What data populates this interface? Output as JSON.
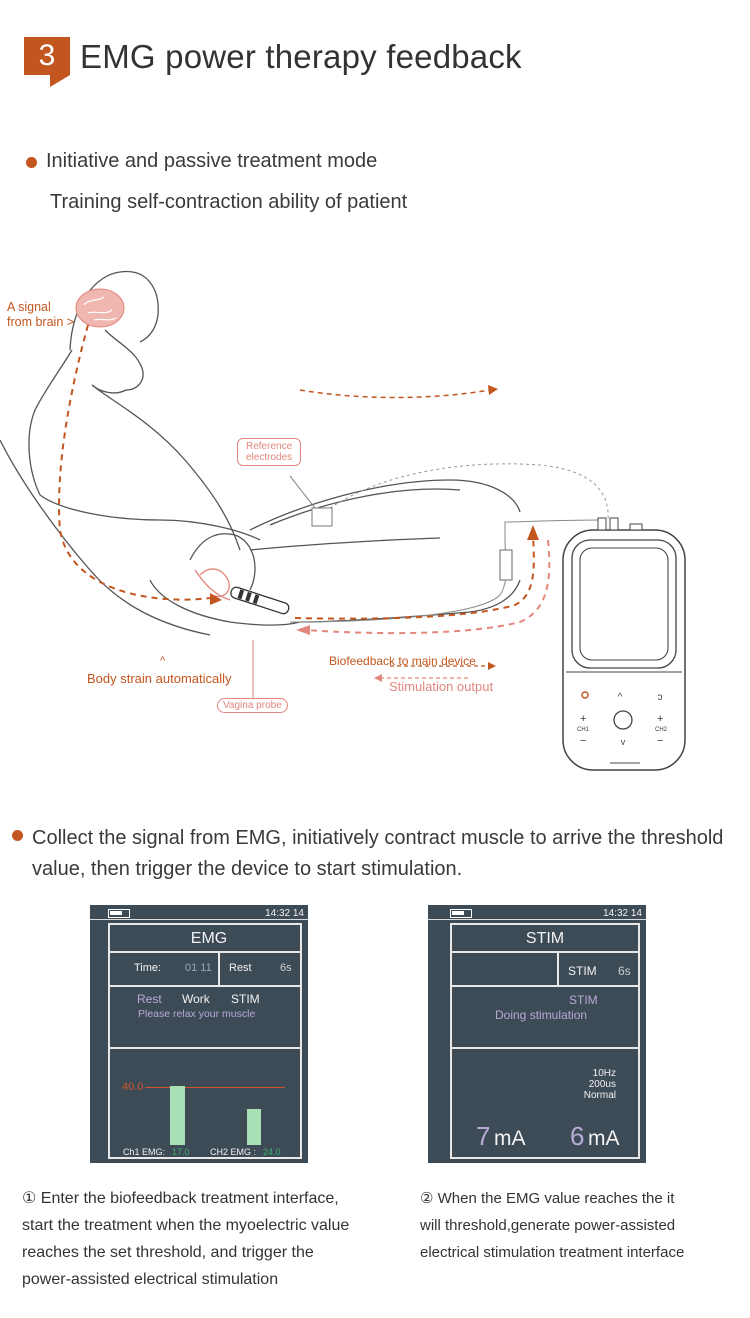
{
  "header": {
    "number": "3",
    "title": "EMG power therapy feedback"
  },
  "intro": {
    "bullet_line": "Initiative and passive treatment mode",
    "sub_line": "Training self-contraction ability of patient"
  },
  "diagram": {
    "brain_label_1": "A signal",
    "brain_label_2": "from brain >",
    "reference_label_1": "Reference",
    "reference_label_2": "electrodes",
    "body_strain_caret": "^",
    "body_strain_label": "Body strain automatically",
    "vagina_probe_label": "Vagina probe",
    "biofeedback_label": "Biofeedback to main device",
    "stimulation_label": "Stimulation output",
    "device_ch1": "CH1",
    "device_ch2": "CH2",
    "device_plus": "+",
    "device_minus": "−",
    "colors": {
      "orange": "#c2561e",
      "pink": "#e3867d",
      "line": "#555555"
    }
  },
  "collect": {
    "text": "Collect the signal from EMG, initiatively contract muscle to arrive the threshold value, then trigger the device to start stimulation."
  },
  "screen_emg": {
    "clock": "14:32 14",
    "title": "EMG",
    "time_label": "Time:",
    "time_value": "01 11",
    "rest_label": "Rest",
    "rest_value": "6s",
    "mode_rest": "Rest",
    "mode_work": "Work",
    "mode_stim": "STIM",
    "instruction": "Please relax your muscle",
    "threshold": "40.0",
    "ch1_label": "Ch1 EMG:",
    "ch1_value": "17.0",
    "ch2_label": "CH2 EMG :",
    "ch2_value": "24.0",
    "bars": [
      {
        "channel": "Ch1",
        "level": 0.55
      },
      {
        "channel": "CH2",
        "level": 0.33
      }
    ],
    "colors": {
      "bg": "#3d4b57",
      "bar": "#a8dfb4",
      "threshold": "#d2542a"
    }
  },
  "screen_stim": {
    "clock": "14:32 14",
    "title": "STIM",
    "stim_label": "STIM",
    "rest_value": "6s",
    "status_stim": "STIM",
    "status_text": "Doing stimulation",
    "freq": "10Hz",
    "width": "200us",
    "mode": "Normal",
    "current1_value": "7",
    "current1_unit": "mA",
    "current2_value": "6",
    "current2_unit": "mA"
  },
  "captions": {
    "left_1": "① Enter the biofeedback treatment interface,",
    "left_2": "start the treatment when the myoelectric value",
    "left_3": "reaches the set threshold, and trigger the",
    "left_4": "power-assisted electrical stimulation",
    "right_1": "② When the EMG value reaches the it",
    "right_2": "will threshold,generate power-assisted",
    "right_3": "electrical stimulation treatment interface"
  }
}
